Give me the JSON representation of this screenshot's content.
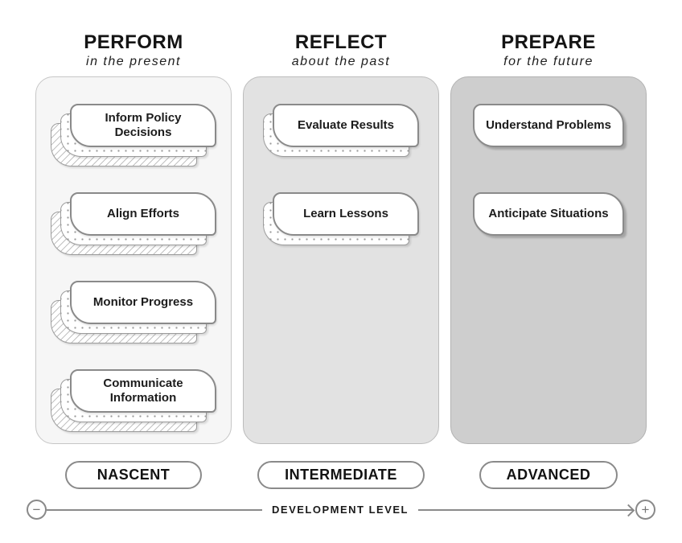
{
  "diagram": {
    "columns": [
      {
        "title": "PERFORM",
        "subtitle": "in the present",
        "cards": [
          "Inform Policy Decisions",
          "Align Efforts",
          "Monitor Progress",
          "Communicate Information"
        ],
        "level": "NASCENT",
        "pattern": "hatched",
        "background": "#f6f6f6"
      },
      {
        "title": "REFLECT",
        "subtitle": "about the past",
        "cards": [
          "Evaluate Results",
          "Learn Lessons"
        ],
        "level": "INTERMEDIATE",
        "pattern": "dotted",
        "background": "#e2e2e2"
      },
      {
        "title": "PREPARE",
        "subtitle": "for the future",
        "cards": [
          "Understand Problems",
          "Anticipate Situations"
        ],
        "level": "ADVANCED",
        "pattern": "plain",
        "background": "#cecece"
      }
    ],
    "axis": {
      "label": "DEVELOPMENT LEVEL",
      "minus": "−",
      "plus": "+"
    },
    "colors": {
      "card_border": "#8a8a8a",
      "line": "#8a8a8a",
      "text": "#1c1c1c",
      "pattern_gray": "#9a9a9a"
    }
  }
}
